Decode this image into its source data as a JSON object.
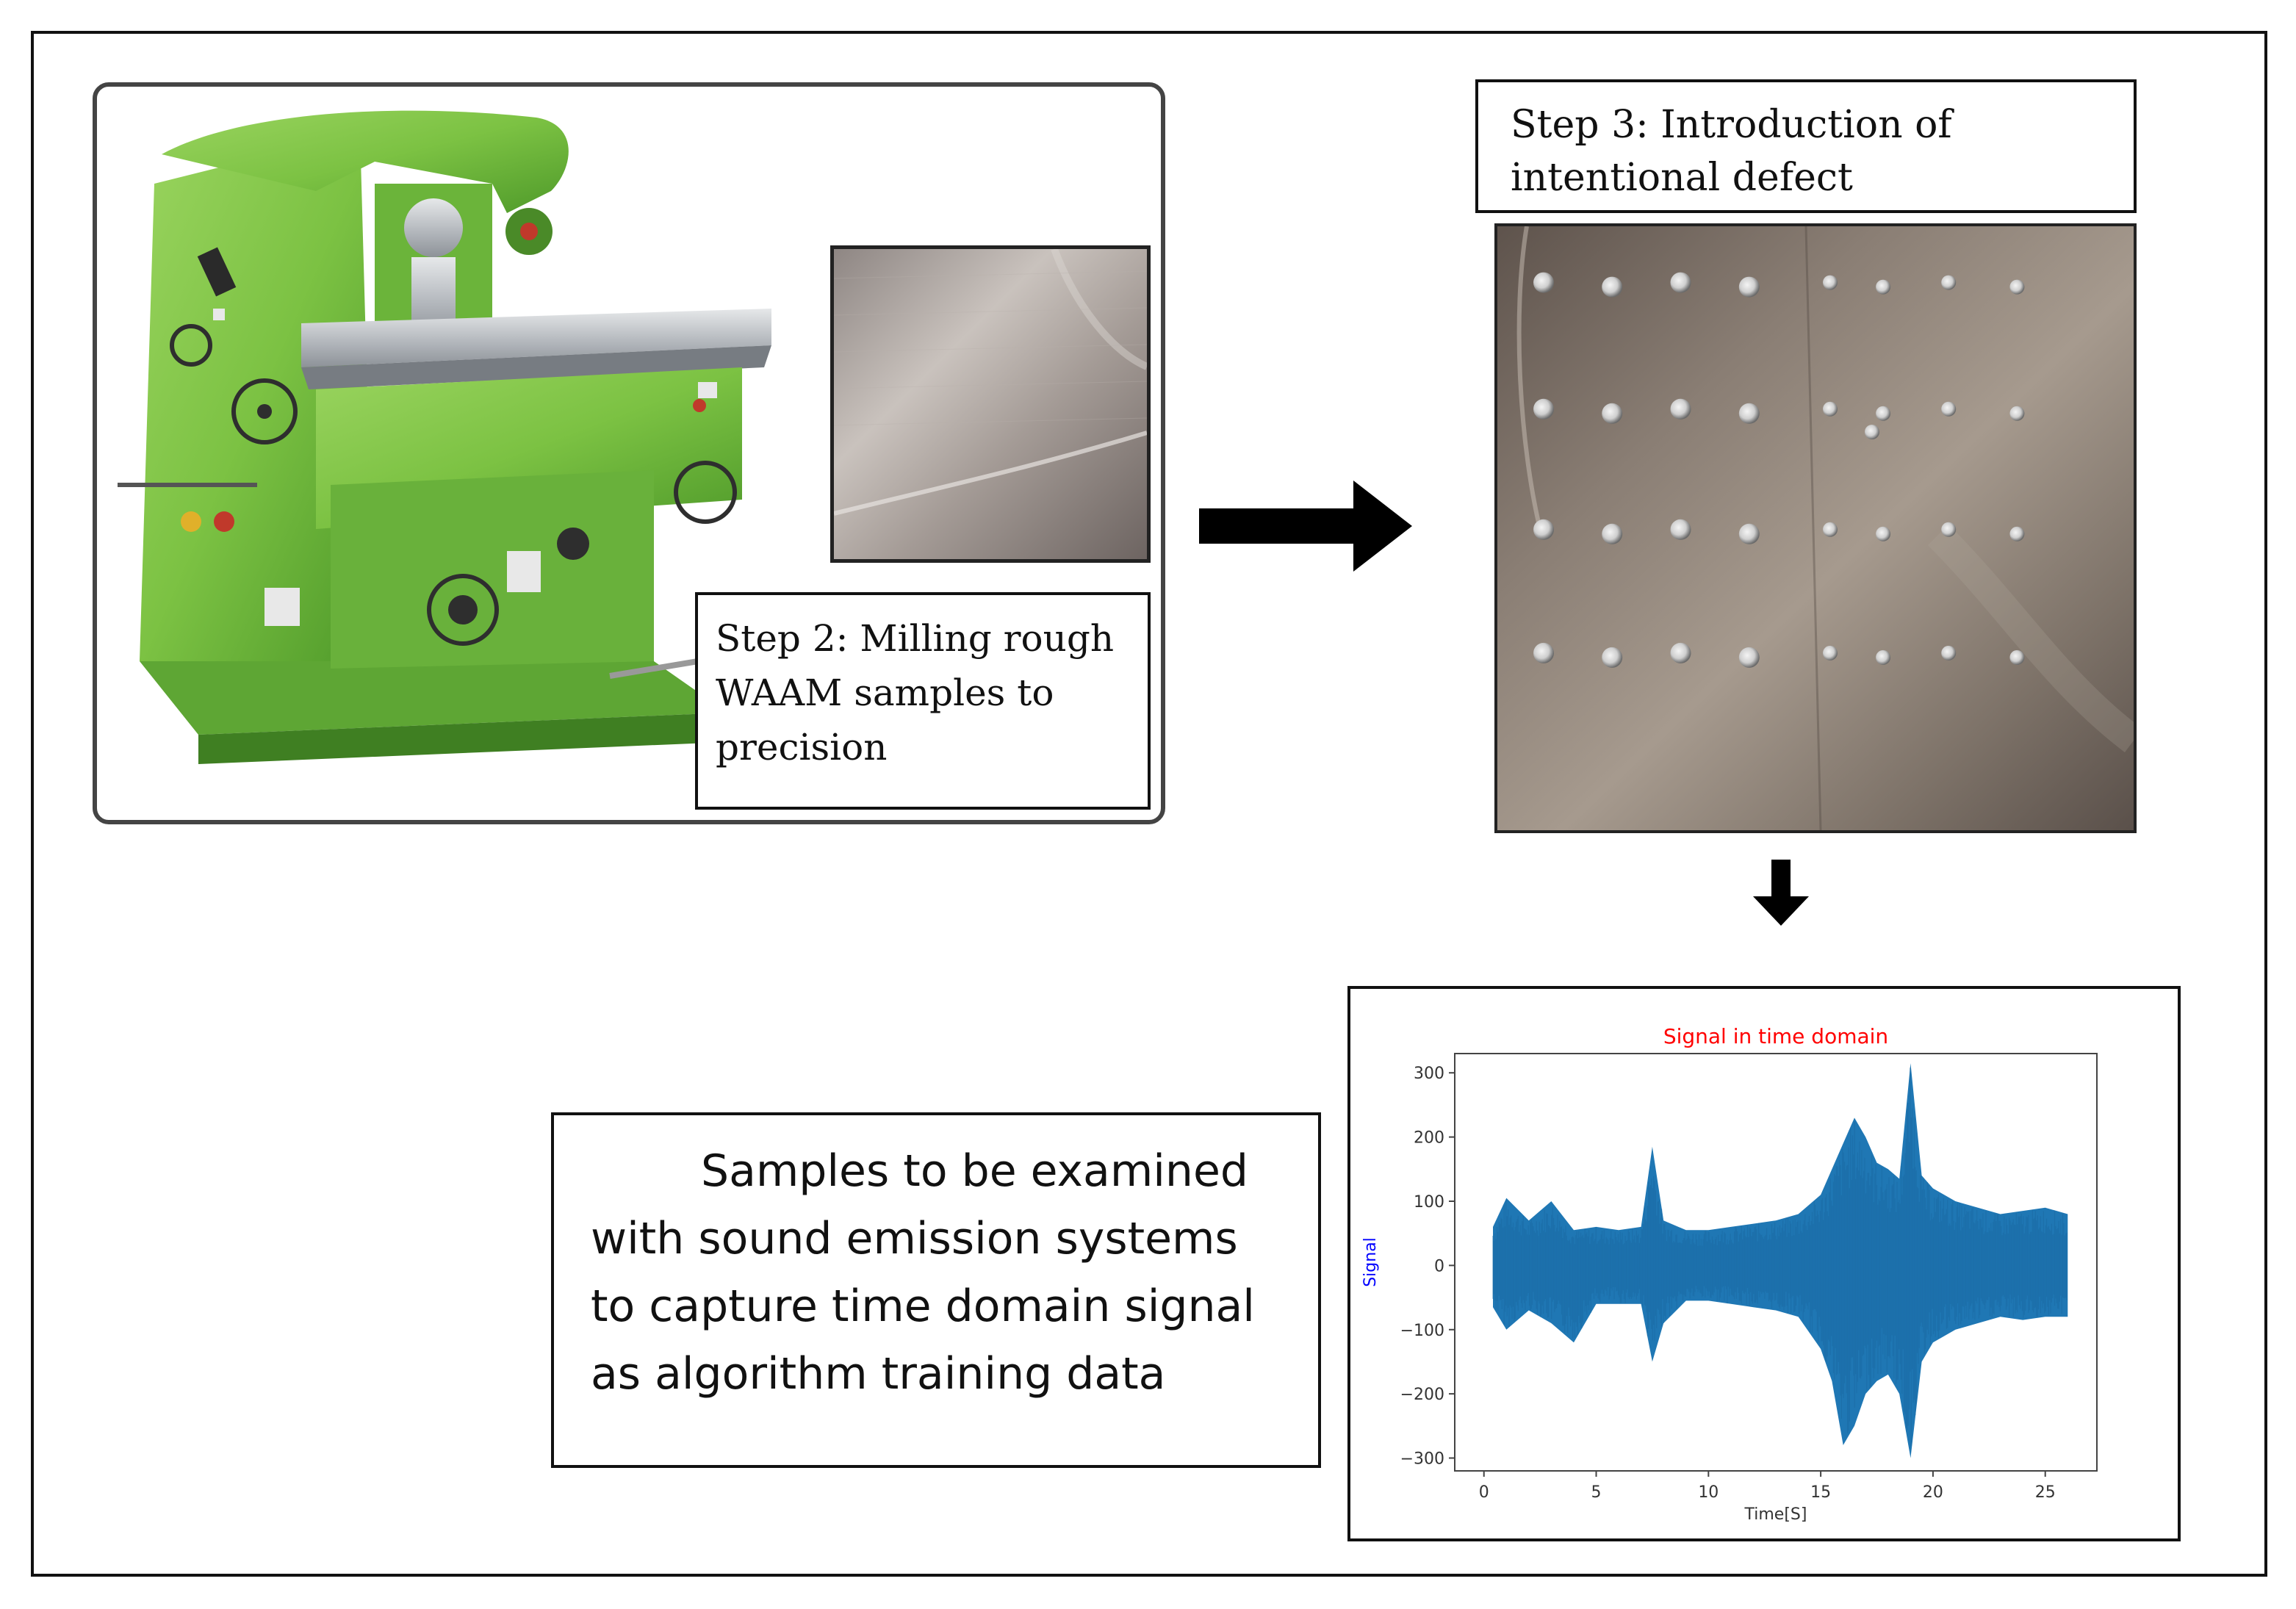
{
  "step2": {
    "caption_lines": [
      "Step 2: Milling rough",
      "WAAM samples to",
      "precision"
    ]
  },
  "step3": {
    "caption_lines": [
      "Step 3: Introduction of",
      "intentional defect"
    ]
  },
  "samples_text": {
    "lines": [
      "Samples to be examined",
      "with sound emission systems",
      "to capture time domain signal",
      "as algorithm training data"
    ]
  },
  "icons": {
    "machine": "milling-machine-image",
    "sample": "milled-sample-image",
    "plate": "defect-plate-image",
    "flow_right": "arrow-right-icon",
    "flow_down": "arrow-down-icon"
  },
  "colors": {
    "machine_green": "#7cc243",
    "signal_blue": "#1f77b4",
    "title_red": "#ff0000",
    "ylabel_blue": "#0000ff"
  },
  "chart_data": {
    "type": "line",
    "title": "Signal in time domain",
    "xlabel": "Time[S]",
    "ylabel": "Signal",
    "xlim": [
      -1.3,
      27.3
    ],
    "ylim": [
      -320,
      330
    ],
    "xticks": [
      0,
      5,
      10,
      15,
      20,
      25
    ],
    "yticks": [
      300,
      200,
      100,
      0,
      -100,
      -200,
      -300
    ],
    "grid": false,
    "series": [
      {
        "x": [
          0.4,
          1.0,
          2.0,
          3.0,
          4.0,
          5.0,
          6.0,
          7.0,
          7.5,
          8.0,
          9.0,
          10.0,
          11.0,
          12.0,
          13.0,
          14.0,
          15.0,
          15.5,
          16.0,
          16.5,
          17.0,
          17.5,
          18.0,
          18.5,
          19.0,
          19.5,
          20.0,
          21.0,
          22.0,
          23.0,
          24.0,
          25.0,
          26.0
        ],
        "upper": [
          60,
          105,
          70,
          100,
          55,
          60,
          55,
          60,
          185,
          70,
          55,
          55,
          60,
          65,
          70,
          80,
          110,
          150,
          190,
          230,
          200,
          160,
          150,
          135,
          315,
          140,
          120,
          100,
          90,
          80,
          85,
          90,
          80
        ],
        "lower": [
          -65,
          -100,
          -70,
          -90,
          -120,
          -60,
          -60,
          -60,
          -150,
          -90,
          -55,
          -55,
          -60,
          -65,
          -70,
          -80,
          -130,
          -180,
          -280,
          -250,
          -200,
          -180,
          -170,
          -200,
          -300,
          -150,
          -120,
          -100,
          -90,
          -80,
          -85,
          -80,
          -80
        ]
      }
    ]
  }
}
